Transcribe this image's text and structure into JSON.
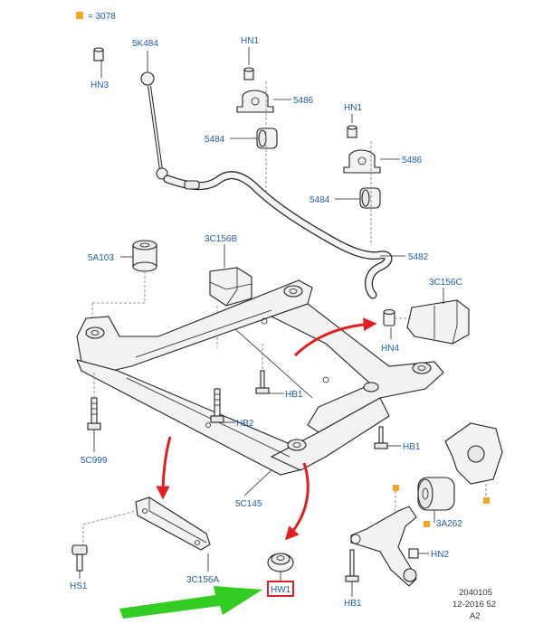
{
  "legend": {
    "marker_color": "#f5a623",
    "text": "= 3078"
  },
  "labels": {
    "hn3": "HN3",
    "k484": "5K484",
    "hn1_top": "HN1",
    "p5486_a": "5486",
    "p5484_a": "5484",
    "hn1_right": "HN1",
    "p5486_b": "5486",
    "p5484_b": "5484",
    "p5482": "5482",
    "a103": "5A103",
    "c156b": "3C156B",
    "c156c": "3C156C",
    "hn4": "HN4",
    "hb1_mid": "HB1",
    "hb2": "HB2",
    "hb1_right": "HB1",
    "c999": "5C999",
    "c145": "5C145",
    "a262": "3A262",
    "hn2": "HN2",
    "hs1": "HS1",
    "c156a": "3C156A",
    "hw1": "HW1",
    "hb1_bottom": "HB1"
  },
  "footer": {
    "line1": "2040105",
    "line2": "12-2016 52",
    "line3": "A2"
  },
  "colors": {
    "label": "#1f5fa8",
    "arrow_red": "#e02020",
    "arrow_green": "#33cc22",
    "highlight": "#e02020",
    "marker": "#f5a623"
  }
}
